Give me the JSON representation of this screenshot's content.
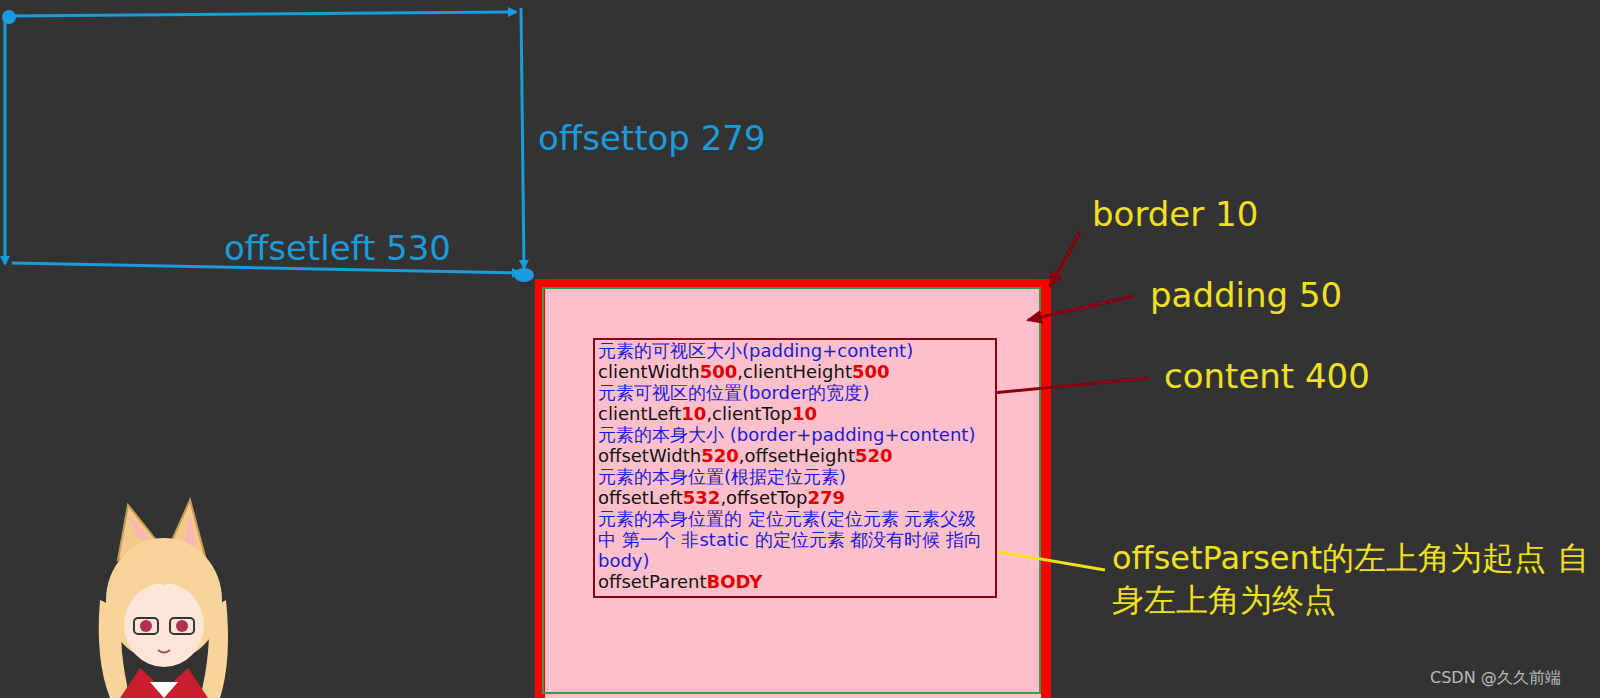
{
  "diagram": {
    "nodes": [
      {
        "text": [
          "元素的可视区大小(padding+content)",
          "clientWidth",
          "500",
          ",clientHeight",
          "500",
          "元素可视区的位置(border的宽度)",
          "clientLeft",
          "10",
          ",clientTop",
          "10",
          "元素的本身大小 (border+padding+content)",
          "offsetWidth",
          "520",
          ",offsetHeight",
          "520",
          "元素的本身位置(根据定位元素)",
          "offsetLeft",
          "532",
          ",offsetTop",
          "279",
          "元素的本身位置的 定位元素(定位元素 元素父级中 第一个 非static 的定位元素 都没有时候 指向body)",
          "offsetParent",
          "BODY"
        ]
      }
    ],
    "labels": [
      "offsettop 279",
      "offsetleft 530",
      "border 10",
      "padding 50",
      "content 400",
      "offsetParsent的左上角为起点 自身左上角为终点",
      "CSDN @久久前端"
    ]
  }
}
